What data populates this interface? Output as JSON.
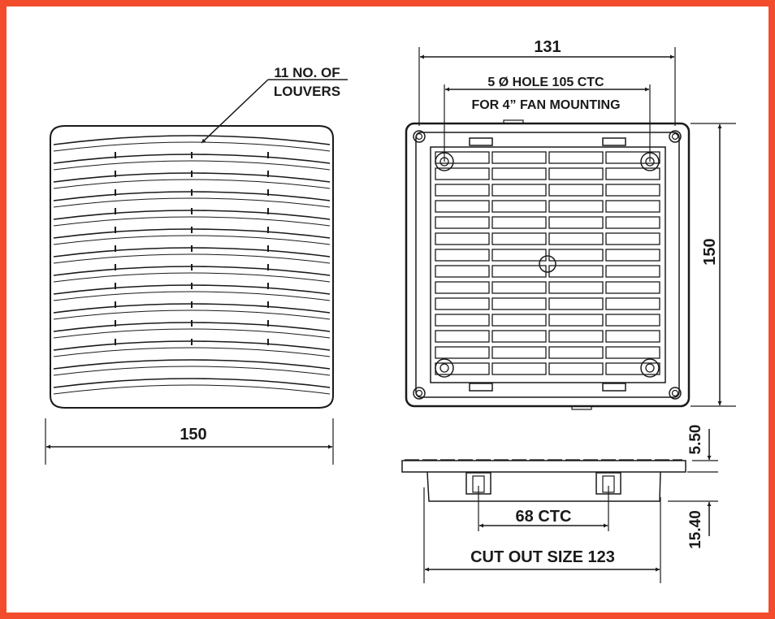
{
  "colors": {
    "border": "#f24c2c",
    "ink": "#1a1a1a",
    "paper": "#ffffff"
  },
  "left_view": {
    "louver_label_line1": "11 NO. OF",
    "louver_label_line2": "LOUVERS",
    "louver_count": 11,
    "width_dim": "150"
  },
  "front_view": {
    "width_dim": "131",
    "hole_label_line1": "5 Ø HOLE 105 CTC",
    "hole_label_line2": "FOR 4” FAN MOUNTING",
    "height_dim": "150"
  },
  "side_view": {
    "flange_dim": "5.50",
    "depth_dim": "15.40",
    "clip_dim": "68 CTC",
    "cutout_dim": "CUT OUT SIZE 123"
  }
}
